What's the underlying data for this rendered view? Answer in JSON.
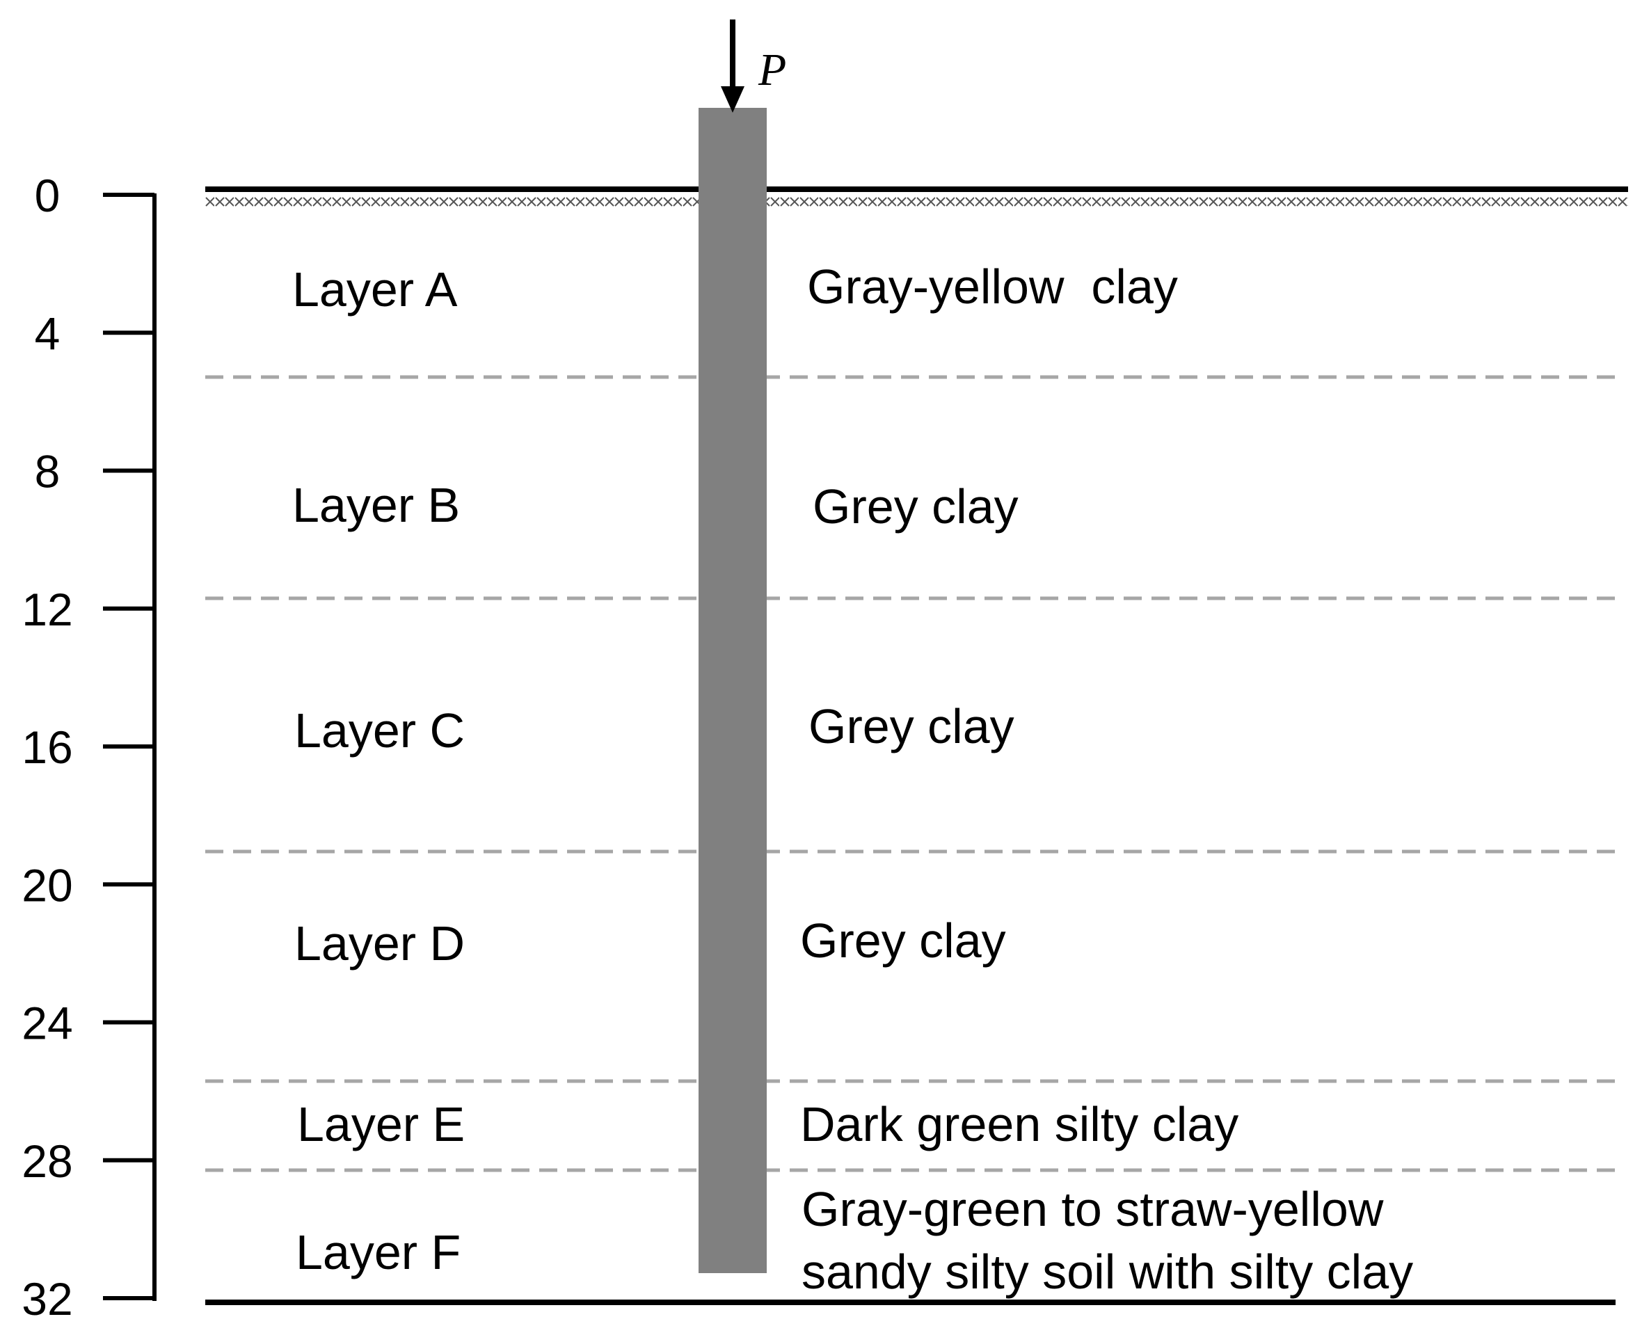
{
  "depth_axis": {
    "ticks": [
      "0",
      "4",
      "8",
      "12",
      "16",
      "20",
      "24",
      "28",
      "32"
    ]
  },
  "load": {
    "label": "P"
  },
  "layers": [
    {
      "name": "Layer A",
      "soil": [
        "Gray-yellow  clay"
      ]
    },
    {
      "name": "Layer B",
      "soil": [
        "Grey clay"
      ]
    },
    {
      "name": "Layer C",
      "soil": [
        "Grey clay"
      ]
    },
    {
      "name": "Layer D",
      "soil": [
        "Grey clay"
      ]
    },
    {
      "name": "Layer E",
      "soil": [
        "Dark green silty clay"
      ]
    },
    {
      "name": "Layer F",
      "soil": [
        "Gray-green to straw-yellow",
        "sandy silty soil with silty clay"
      ]
    }
  ],
  "colors": {
    "pile": "#808080",
    "boundary_dash": "#a6a6a6",
    "line": "#000000"
  }
}
